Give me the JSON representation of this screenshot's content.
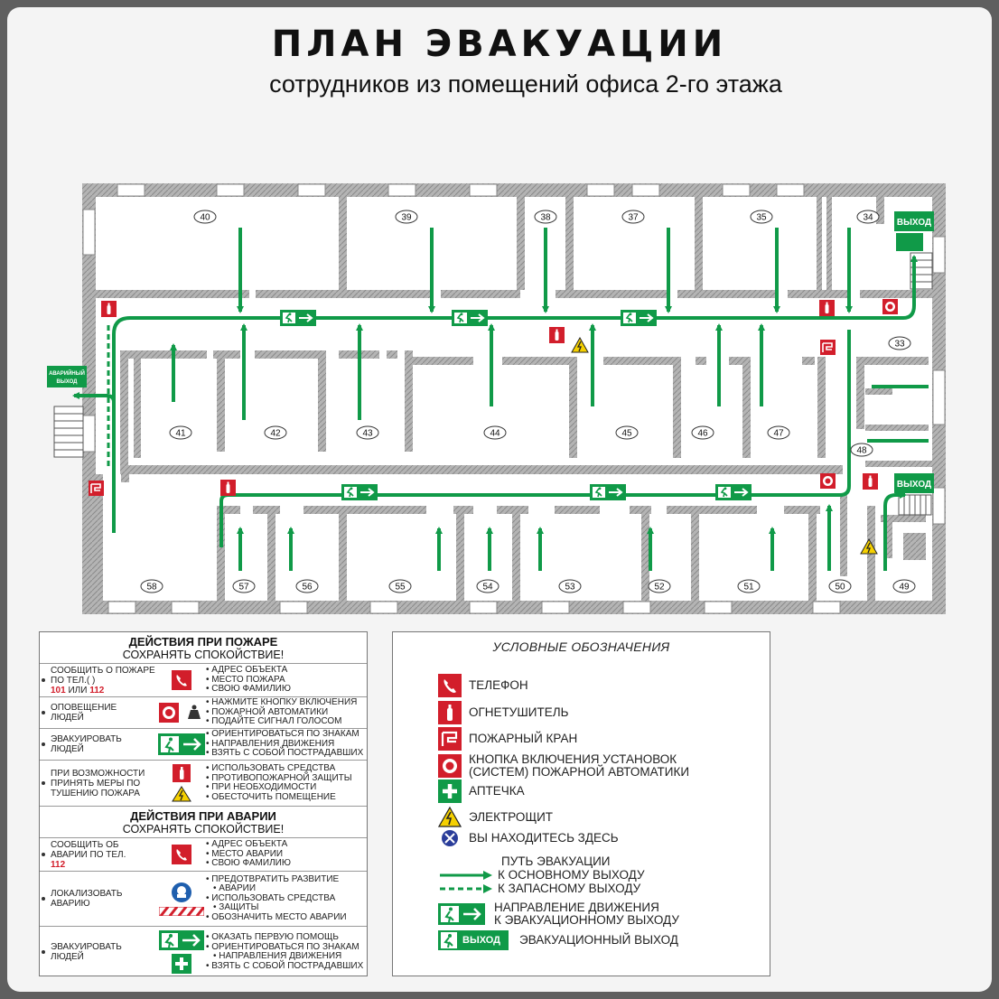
{
  "title": "ПЛАН ЭВАКУАЦИИ",
  "subtitle": "сотрудников из помещений офиса 2-го этажа",
  "plan": {
    "rooms_top": [
      "40",
      "39",
      "38",
      "37",
      "35",
      "34"
    ],
    "rooms_mid": [
      "41",
      "42",
      "43",
      "44",
      "45",
      "46",
      "47"
    ],
    "rooms_right": [
      "33",
      "48",
      "49",
      "50"
    ],
    "rooms_bottom": [
      "58",
      "57",
      "56",
      "55",
      "54",
      "53",
      "52",
      "51"
    ],
    "exit_label": "ВЫХОД",
    "emergency_exit_label": [
      "АВАРИЙНЫЙ",
      "ВЫХОД"
    ]
  },
  "fire_actions": {
    "title": "ДЕЙСТВИЯ ПРИ ПОЖАРЕ",
    "subtitle": "СОХРАНЯТЬ СПОКОЙСТВИЕ!",
    "rows": [
      {
        "left": [
          "СООБЩИТЬ О ПОЖАРЕ",
          "ПО ТЕЛ.(      )"
        ],
        "phone": "101",
        "phone_sep": " ИЛИ ",
        "phone2": "112",
        "right": [
          "АДРЕС ОБЪЕКТА",
          "МЕСТО ПОЖАРА",
          "СВОЮ ФАМИЛИЮ"
        ]
      },
      {
        "left": [
          "ОПОВЕЩЕНИЕ",
          "ЛЮДЕЙ"
        ],
        "right": [
          "НАЖМИТЕ КНОПКУ ВКЛЮЧЕНИЯ",
          "ПОЖАРНОЙ АВТОМАТИКИ",
          "ПОДАЙТЕ СИГНАЛ ГОЛОСОМ"
        ]
      },
      {
        "left": [
          "ЭВАКУИРОВАТЬ",
          "ЛЮДЕЙ"
        ],
        "right": [
          "ОРИЕНТИРОВАТЬСЯ ПО ЗНАКАМ",
          "НАПРАВЛЕНИЯ ДВИЖЕНИЯ",
          "ВЗЯТЬ С СОБОЙ ПОСТРАДАВШИХ"
        ]
      },
      {
        "left": [
          "ПРИ ВОЗМОЖНОСТИ",
          "ПРИНЯТЬ МЕРЫ ПО",
          "ТУШЕНИЮ ПОЖАРА"
        ],
        "right": [
          "ИСПОЛЬЗОВАТЬ СРЕДСТВА",
          "ПРОТИВОПОЖАРНОЙ ЗАЩИТЫ",
          "ПРИ НЕОБХОДИМОСТИ",
          "ОБЕСТОЧИТЬ ПОМЕЩЕНИЕ"
        ]
      }
    ]
  },
  "accident_actions": {
    "title": "ДЕЙСТВИЯ ПРИ АВАРИИ",
    "subtitle": "СОХРАНЯТЬ СПОКОЙСТВИЕ!",
    "rows": [
      {
        "left": [
          "СООБЩИТЬ ОБ",
          "АВАРИИ ПО ТЕЛ."
        ],
        "phone": "112",
        "right": [
          "АДРЕС ОБЪЕКТА",
          "МЕСТО  АВАРИИ",
          "СВОЮ ФАМИЛИЮ"
        ]
      },
      {
        "left": [
          "ЛОКАЛИЗОВАТЬ",
          "АВАРИЮ"
        ],
        "right": [
          "ПРЕДОТВРАТИТЬ РАЗВИТИЕ",
          "АВАРИИ",
          "ИСПОЛЬЗОВАТЬ СРЕДСТВА",
          "ЗАЩИТЫ",
          "ОБОЗНАЧИТЬ МЕСТО АВАРИИ"
        ]
      },
      {
        "left": [
          "ЭВАКУИРОВАТЬ",
          "ЛЮДЕЙ"
        ],
        "right": [
          "ОКАЗАТЬ ПЕРВУЮ ПОМОЩЬ",
          "ОРИЕНТИРОВАТЬСЯ ПО ЗНАКАМ",
          "НАПРАВЛЕНИЯ ДВИЖЕНИЯ",
          "ВЗЯТЬ С СОБОЙ ПОСТРАДАВШИХ"
        ]
      }
    ]
  },
  "legend": {
    "title": "УСЛОВНЫЕ ОБОЗНАЧЕНИЯ",
    "items": [
      {
        "icon": "phone-icon",
        "label": "ТЕЛЕФОН"
      },
      {
        "icon": "extinguisher-icon",
        "label": "ОГНЕТУШИТЕЛЬ"
      },
      {
        "icon": "fire-hydrant-icon",
        "label": "ПОЖАРНЫЙ КРАН"
      },
      {
        "icon": "alarm-button-icon",
        "label": [
          "КНОПКА ВКЛЮЧЕНИЯ УСТАНОВОК",
          "(СИСТЕМ) ПОЖАРНОЙ АВТОМАТИКИ"
        ]
      },
      {
        "icon": "first-aid-icon",
        "label": "АПТЕЧКА"
      },
      {
        "icon": "electric-panel-icon",
        "label": "ЭЛЕКТРОЩИТ"
      },
      {
        "icon": "you-are-here-icon",
        "label": "ВЫ НАХОДИТЕСЬ ЗДЕСЬ"
      }
    ],
    "path_title": "ПУТЬ ЭВАКУАЦИИ",
    "path_main": "К ОСНОВНОМУ ВЫХОДУ",
    "path_reserve": "К ЗАПАСНОМУ ВЫХОДУ",
    "direction": [
      "НАПРАВЛЕНИЕ ДВИЖЕНИЯ",
      "К ЭВАКУАЦИОННОМУ ВЫХОДУ"
    ],
    "exit_sign_text": "ВЫХОД",
    "exit": "ЭВАКУАЦИОННЫЙ ВЫХОД"
  },
  "colors": {
    "green": "#109a48",
    "red": "#d21e2b",
    "wall": "#a8a8a8",
    "yellow": "#f5d000"
  }
}
